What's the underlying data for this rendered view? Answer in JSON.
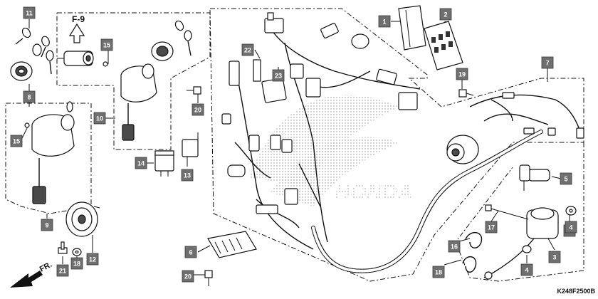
{
  "diagram": {
    "view_ref": "F-9",
    "front_label": "FR.",
    "diagram_code": "K248F2500B",
    "callouts": [
      "1",
      "2",
      "3",
      "4",
      "4",
      "4",
      "5",
      "6",
      "7",
      "8",
      "9",
      "10",
      "11",
      "12",
      "13",
      "14",
      "15",
      "15",
      "16",
      "17",
      "18",
      "18",
      "19",
      "20",
      "20",
      "21",
      "22",
      "23"
    ]
  }
}
